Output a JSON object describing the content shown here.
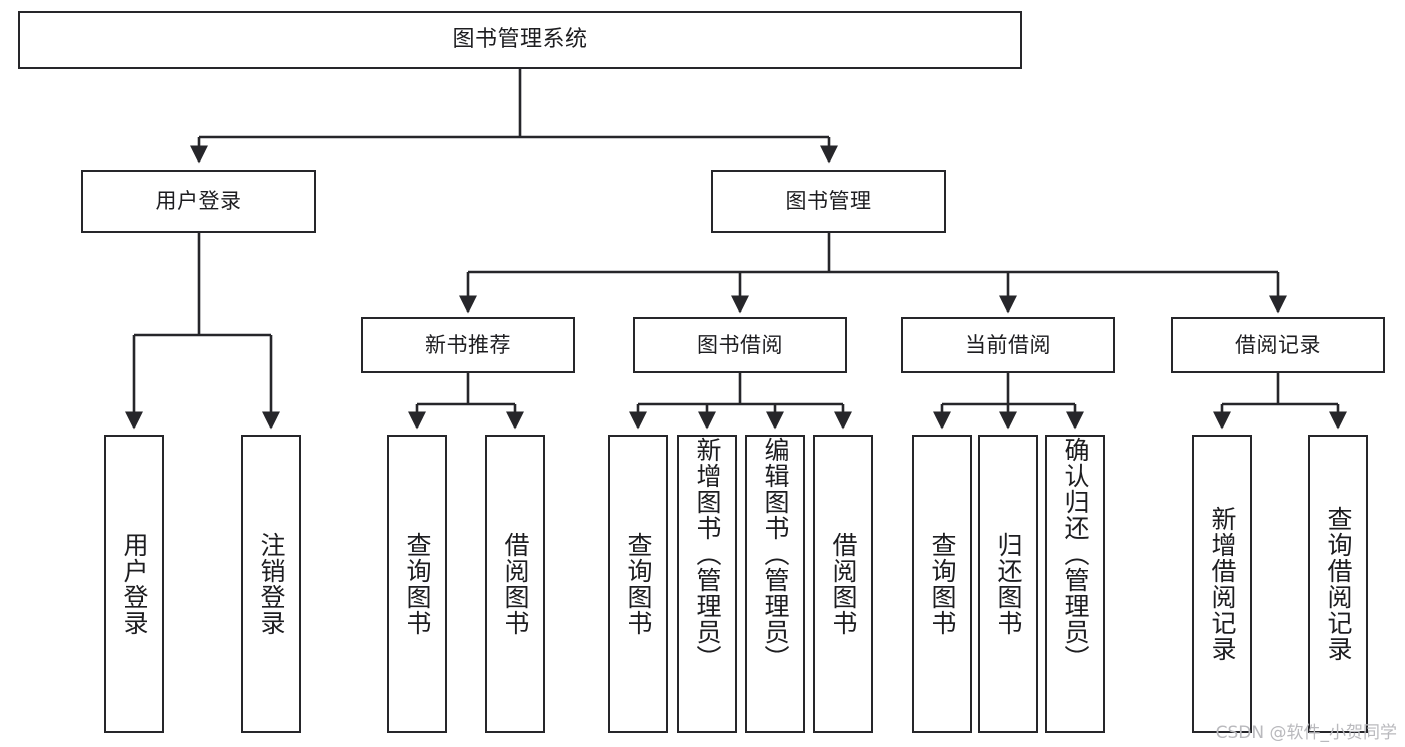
{
  "diagram": {
    "title": "图书管理系统",
    "type": "tree",
    "line_color": "#26262a",
    "box_fill": "#ffffff",
    "text_color": "#1d1d20",
    "root": {
      "id": "root",
      "label": "图书管理系统"
    },
    "level2": [
      {
        "id": "user-login",
        "label": "用户登录"
      },
      {
        "id": "book-manage",
        "label": "图书管理"
      }
    ],
    "level3": [
      {
        "id": "new-book-recommend",
        "label": "新书推荐"
      },
      {
        "id": "book-borrow",
        "label": "图书借阅"
      },
      {
        "id": "current-borrow",
        "label": "当前借阅"
      },
      {
        "id": "borrow-record",
        "label": "借阅记录"
      }
    ],
    "leaves": {
      "user_login": [
        {
          "id": "leaf-user-login",
          "label": "用户登录"
        },
        {
          "id": "leaf-logout-login",
          "label": "注销登录"
        }
      ],
      "new_book_recommend": [
        {
          "id": "leaf-query-book-1",
          "label": "查询图书"
        },
        {
          "id": "leaf-borrow-book-1",
          "label": "借阅图书"
        }
      ],
      "book_borrow": [
        {
          "id": "leaf-query-book-2",
          "label": "查询图书"
        },
        {
          "id": "leaf-add-book",
          "label": "新增图书（管理员）"
        },
        {
          "id": "leaf-edit-book",
          "label": "编辑图书（管理员）"
        },
        {
          "id": "leaf-borrow-book-2",
          "label": "借阅图书"
        }
      ],
      "current_borrow": [
        {
          "id": "leaf-query-book-3",
          "label": "查询图书"
        },
        {
          "id": "leaf-return-book",
          "label": "归还图书"
        },
        {
          "id": "leaf-confirm-return",
          "label": "确认归还（管理员）"
        }
      ],
      "borrow_record": [
        {
          "id": "leaf-add-record",
          "label": "新增借阅记录"
        },
        {
          "id": "leaf-query-record",
          "label": "查询借阅记录"
        }
      ]
    }
  },
  "watermark": {
    "text": "CSDN @软件_小贺同学",
    "color": "#b9b9bd"
  }
}
